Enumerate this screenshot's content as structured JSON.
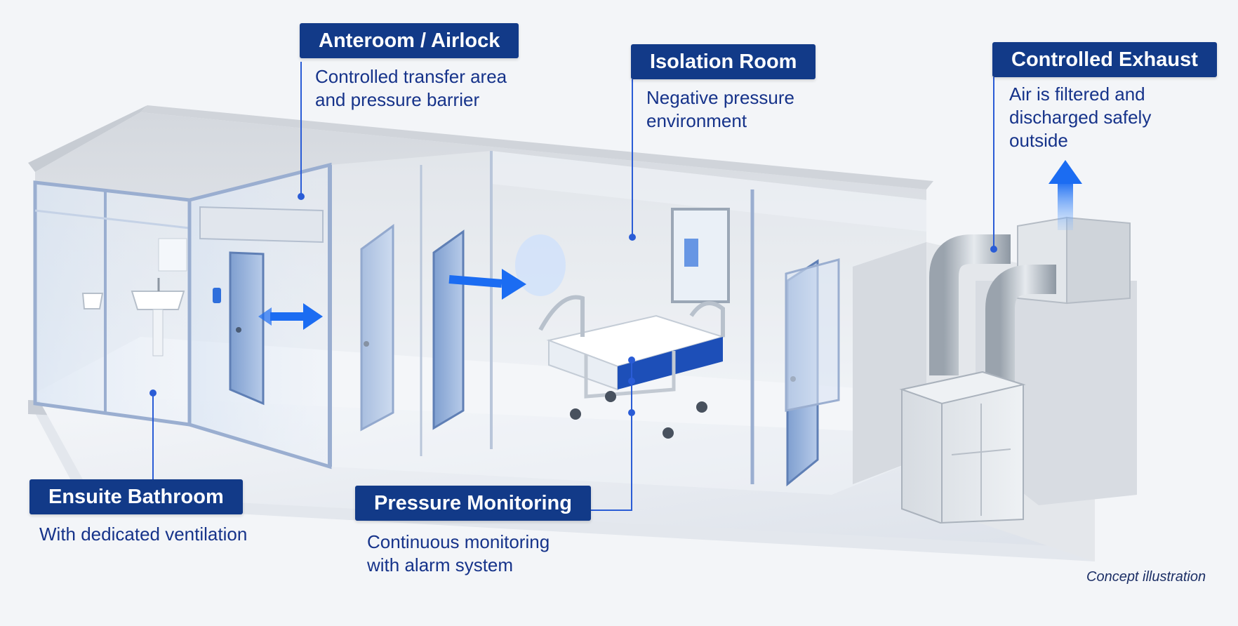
{
  "colors": {
    "label_bg": "#123a88",
    "label_text": "#ffffff",
    "description_text": "#16338a",
    "airflow_arrow": "#1b6cf2",
    "leader_line": "#2a5cd6"
  },
  "callouts": {
    "anteroom": {
      "title": "Anteroom / Airlock",
      "lines": [
        "Controlled transfer area",
        "and pressure barrier"
      ]
    },
    "isolation": {
      "title": "Isolation Room",
      "lines": [
        "Negative pressure",
        "environment"
      ]
    },
    "exhaust": {
      "title": "Controlled Exhaust",
      "lines": [
        "Air is filtered and",
        "discharged safely",
        "outside"
      ]
    },
    "bathroom": {
      "title": "Ensuite Bathroom",
      "lines": [
        "With dedicated ventilation"
      ]
    },
    "pressure": {
      "title": "Pressure Monitoring",
      "lines": [
        "Continuous monitoring",
        "with alarm system"
      ]
    }
  },
  "footnote": "Concept illustration",
  "icons": [
    "airflow-arrow-icon",
    "exhaust-up-arrow-icon",
    "hospital-bed-icon",
    "sink-icon",
    "door-icon",
    "exhaust-unit-icon",
    "duct-icon"
  ]
}
